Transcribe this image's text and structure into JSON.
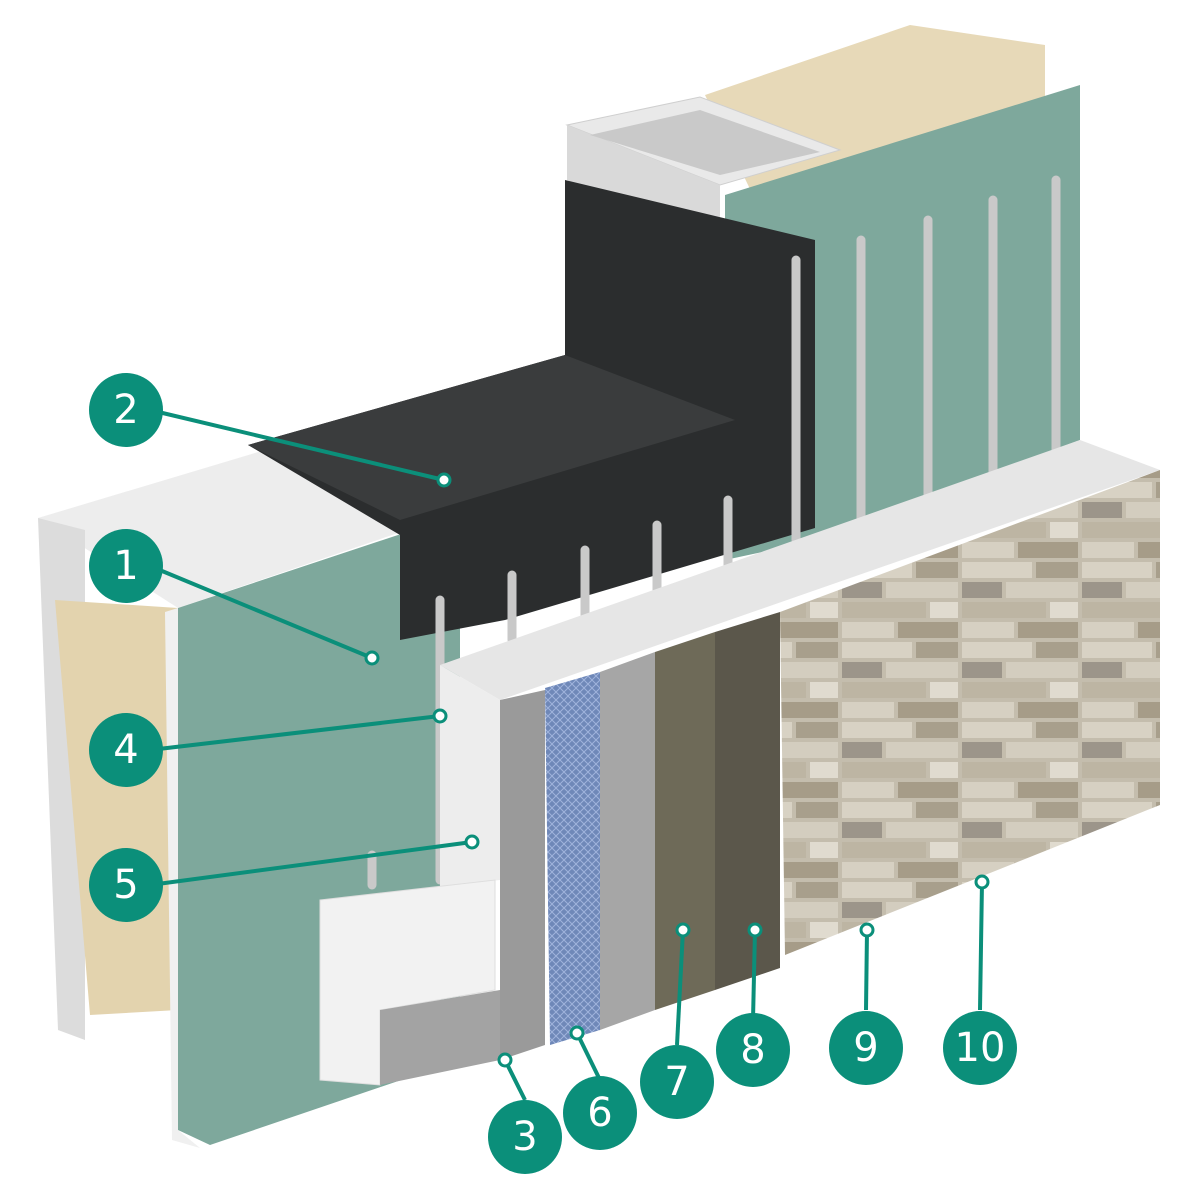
{
  "colors": {
    "callout": "#0b8f7a",
    "sheathing": "#7ea89c",
    "membrane": "#2b2d2e",
    "foam": "#e9e9e9",
    "stone": "#b9b2a2"
  },
  "callouts": [
    {
      "id": "1",
      "label": "1"
    },
    {
      "id": "2",
      "label": "2"
    },
    {
      "id": "3",
      "label": "3"
    },
    {
      "id": "4",
      "label": "4"
    },
    {
      "id": "5",
      "label": "5"
    },
    {
      "id": "6",
      "label": "6"
    },
    {
      "id": "7",
      "label": "7"
    },
    {
      "id": "8",
      "label": "8"
    },
    {
      "id": "9",
      "label": "9"
    },
    {
      "id": "10",
      "label": "10"
    }
  ]
}
